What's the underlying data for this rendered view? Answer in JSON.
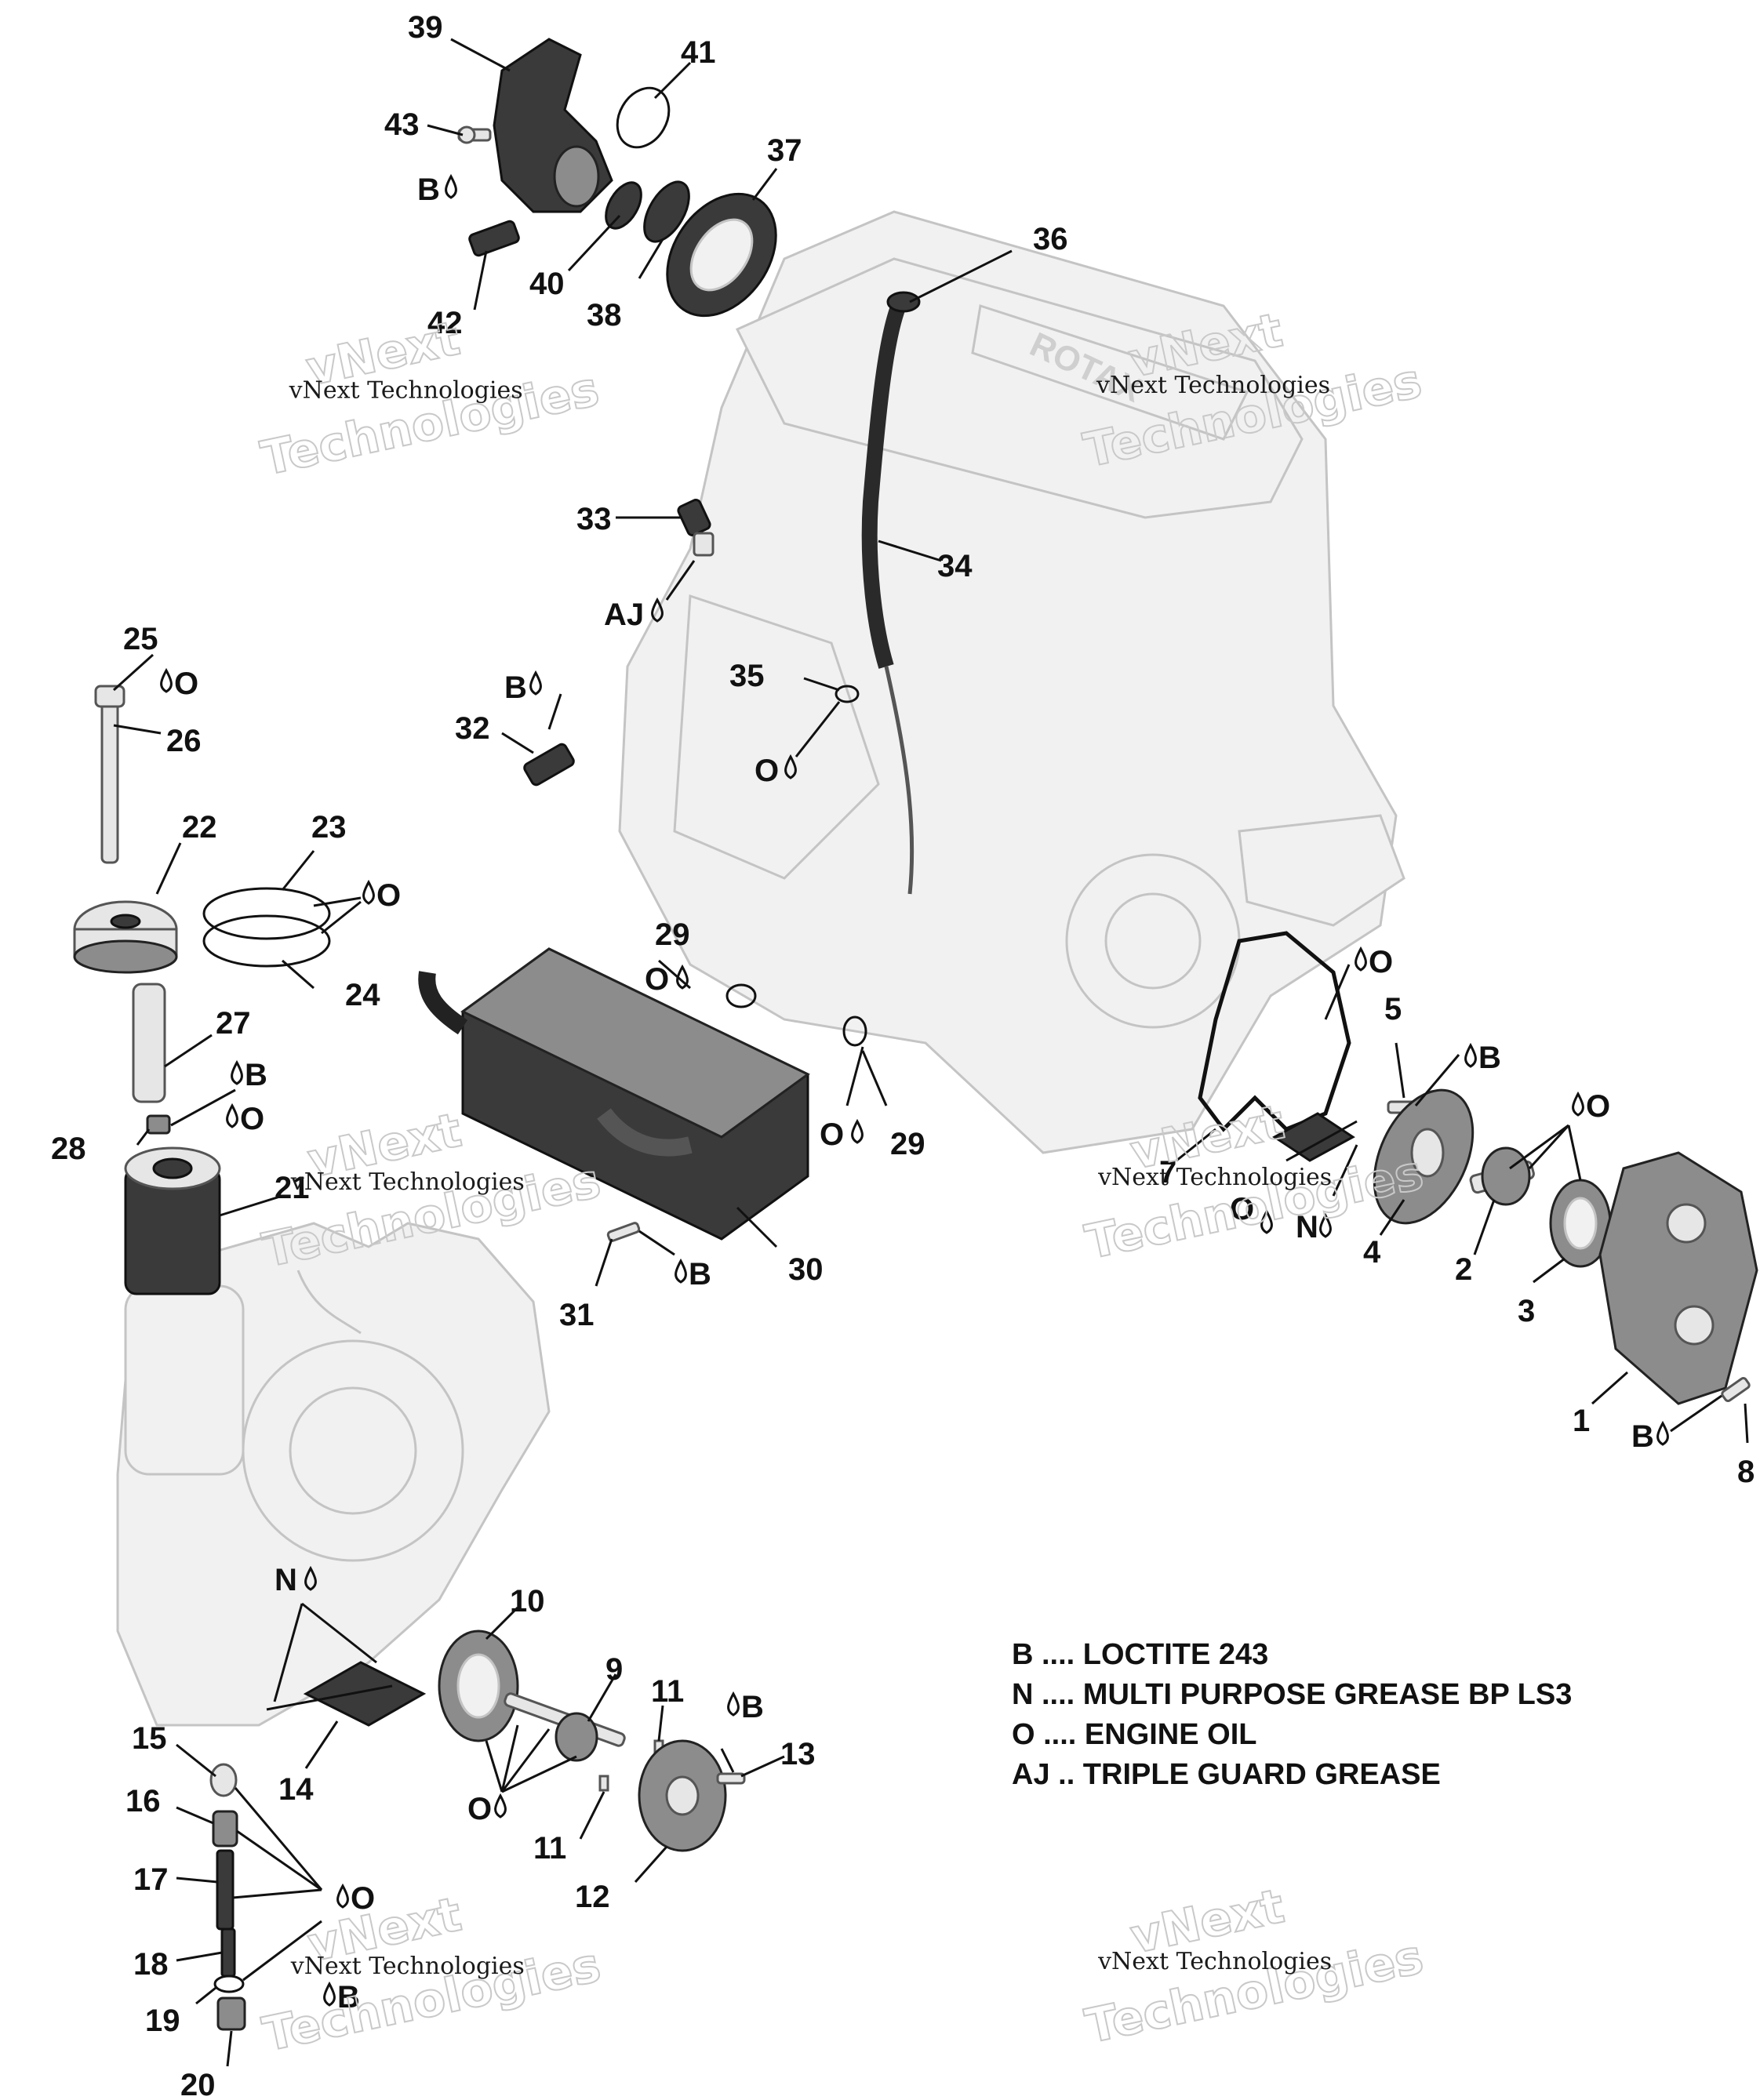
{
  "callouts": [
    {
      "id": "c1",
      "text": "1"
    },
    {
      "id": "c2",
      "text": "2"
    },
    {
      "id": "c3",
      "text": "3"
    },
    {
      "id": "c4",
      "text": "4"
    },
    {
      "id": "c5",
      "text": "5"
    },
    {
      "id": "c7",
      "text": "7"
    },
    {
      "id": "c8",
      "text": "8"
    },
    {
      "id": "c9",
      "text": "9"
    },
    {
      "id": "c10",
      "text": "10"
    },
    {
      "id": "c11a",
      "text": "11"
    },
    {
      "id": "c11b",
      "text": "11"
    },
    {
      "id": "c12",
      "text": "12"
    },
    {
      "id": "c13",
      "text": "13"
    },
    {
      "id": "c14",
      "text": "14"
    },
    {
      "id": "c15",
      "text": "15"
    },
    {
      "id": "c16",
      "text": "16"
    },
    {
      "id": "c17",
      "text": "17"
    },
    {
      "id": "c18",
      "text": "18"
    },
    {
      "id": "c19",
      "text": "19"
    },
    {
      "id": "c20",
      "text": "20"
    },
    {
      "id": "c21",
      "text": "21"
    },
    {
      "id": "c22",
      "text": "22"
    },
    {
      "id": "c23",
      "text": "23"
    },
    {
      "id": "c24",
      "text": "24"
    },
    {
      "id": "c25",
      "text": "25"
    },
    {
      "id": "c26",
      "text": "26"
    },
    {
      "id": "c27",
      "text": "27"
    },
    {
      "id": "c28",
      "text": "28"
    },
    {
      "id": "c29a",
      "text": "29"
    },
    {
      "id": "c29b",
      "text": "29"
    },
    {
      "id": "c30",
      "text": "30"
    },
    {
      "id": "c31",
      "text": "31"
    },
    {
      "id": "c32",
      "text": "32"
    },
    {
      "id": "c33",
      "text": "33"
    },
    {
      "id": "c34",
      "text": "34"
    },
    {
      "id": "c35",
      "text": "35"
    },
    {
      "id": "c36",
      "text": "36"
    },
    {
      "id": "c37",
      "text": "37"
    },
    {
      "id": "c38",
      "text": "38"
    },
    {
      "id": "c39",
      "text": "39"
    },
    {
      "id": "c40",
      "text": "40"
    },
    {
      "id": "c41",
      "text": "41"
    },
    {
      "id": "c42",
      "text": "42"
    },
    {
      "id": "c43",
      "text": "43"
    }
  ],
  "lube_marks": [
    {
      "id": "m-b-43",
      "text": "B"
    },
    {
      "id": "m-aj-33",
      "text": "AJ"
    },
    {
      "id": "m-b-32",
      "text": "B"
    },
    {
      "id": "m-o-35",
      "text": "O"
    },
    {
      "id": "m-o-25",
      "text": "O"
    },
    {
      "id": "m-o-23",
      "text": "O"
    },
    {
      "id": "m-o-29a",
      "text": "O"
    },
    {
      "id": "m-b-27",
      "text": "B"
    },
    {
      "id": "m-o-21",
      "text": "O"
    },
    {
      "id": "m-o-29b",
      "text": "O"
    },
    {
      "id": "m-b-31",
      "text": "B"
    },
    {
      "id": "m-o-7",
      "text": "O"
    },
    {
      "id": "m-b-5",
      "text": "B"
    },
    {
      "id": "m-o-2",
      "text": "O"
    },
    {
      "id": "m-o-6",
      "text": "O"
    },
    {
      "id": "m-n-6",
      "text": "N"
    },
    {
      "id": "m-b-8",
      "text": "B"
    },
    {
      "id": "m-n-14",
      "text": "N"
    },
    {
      "id": "m-b-13",
      "text": "B"
    },
    {
      "id": "m-o-9",
      "text": "O"
    },
    {
      "id": "m-o-15",
      "text": "O"
    },
    {
      "id": "m-b-20",
      "text": "B"
    }
  ],
  "legend": {
    "b": "B .... LOCTITE 243",
    "n": "N .... MULTI PURPOSE GREASE BP LS3",
    "o": "O .... ENGINE OIL",
    "aj": "AJ .. TRIPLE GUARD GREASE"
  },
  "watermark": {
    "line1": "vNext Technologies",
    "line2": "vNext",
    "line3": "Technologies"
  },
  "engine_logo": "ROTAX",
  "colors": {
    "ink": "#111111",
    "ghost_part": "#f1f1f1",
    "dark_part": "#3a3a3a"
  }
}
